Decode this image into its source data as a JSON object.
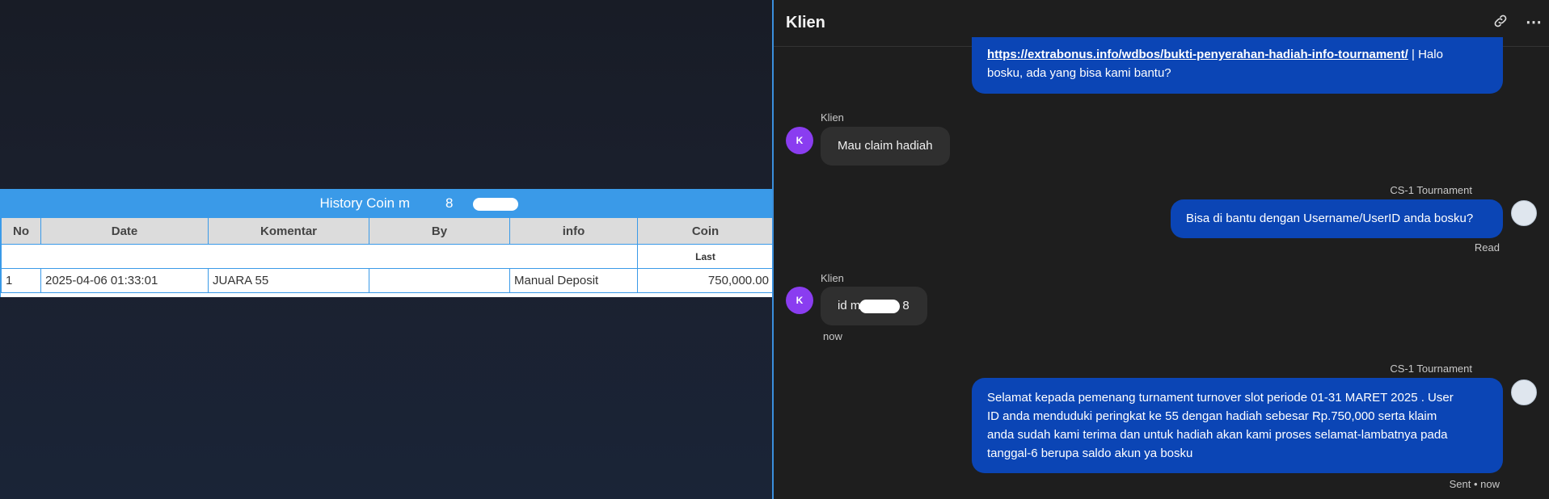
{
  "history": {
    "title": "History Coin m",
    "title_suffix": "8",
    "columns": [
      "No",
      "Date",
      "Komentar",
      "By",
      "info",
      "Coin"
    ],
    "last_label": "Last",
    "rows": [
      {
        "no": "1",
        "date": "2025-04-06 01:33:01",
        "komentar": "JUARA 55",
        "by": "",
        "info": "Manual Deposit",
        "coin": "750,000.00"
      }
    ]
  },
  "chat": {
    "title": "Klien",
    "header_icons": [
      "link-icon",
      "more-icon"
    ],
    "messages": [
      {
        "type": "out",
        "link": "https://extrabonus.info/wdbos/bukti-penyerahan-hadiah-info-tournament/",
        "text_after_link": " | Halo",
        "line2": "bosku, ada yang bisa kami bantu?"
      },
      {
        "type": "in",
        "sender": "Klien",
        "avatar": "K",
        "text": "Mau claim hadiah"
      },
      {
        "type": "out",
        "sender": "CS-1 Tournament",
        "text": "Bisa di bantu dengan Username/UserID anda bosku?",
        "status": "Read"
      },
      {
        "type": "in",
        "sender": "Klien",
        "avatar": "K",
        "text_prefix": "id m",
        "text_suffix": "8",
        "time": "now"
      },
      {
        "type": "out",
        "sender": "CS-1 Tournament",
        "lines": [
          "Selamat kepada pemenang turnament turnover slot periode 01-31 MARET 2025 . User",
          "ID anda menduduki peringkat ke 55 dengan hadiah sebesar Rp.750,000 serta klaim",
          "anda sudah kami terima dan untuk hadiah akan kami proses selamat-lambatnya pada",
          "tanggal-6 berupa saldo akun ya bosku"
        ],
        "status": "Sent • now"
      }
    ]
  },
  "colors": {
    "accent_blue": "#3a9ae8",
    "bubble_out": "#0b45b5",
    "avatar_purple": "#8a3df0",
    "coin_green": "#2a9a2a"
  }
}
